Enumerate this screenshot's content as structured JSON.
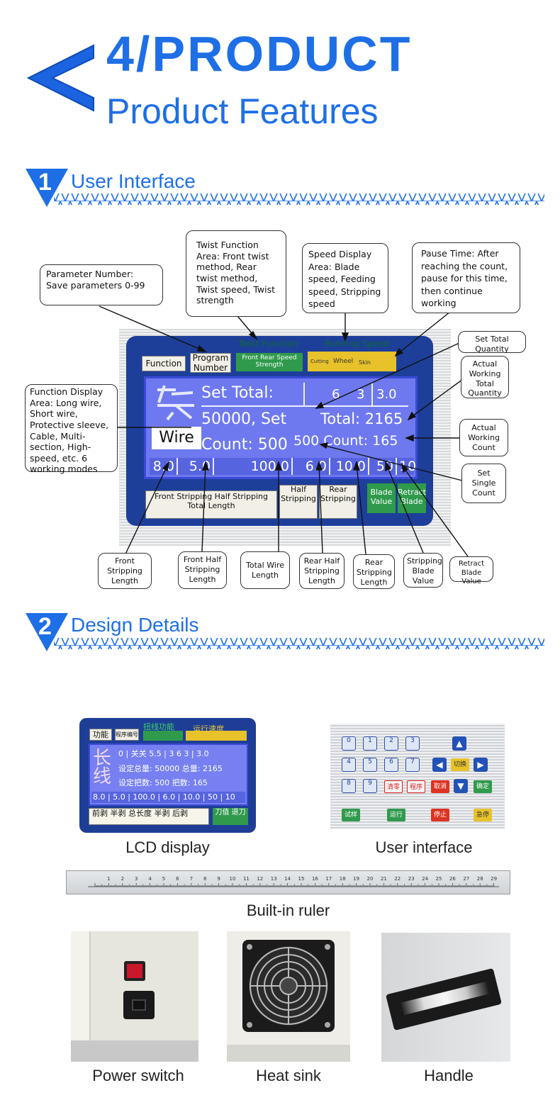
{
  "header": {
    "title": "4/PRODUCT",
    "subtitle": "Product Features"
  },
  "section1": {
    "number": "1",
    "title": "User Interface"
  },
  "section2": {
    "number": "2",
    "title": "Design Details"
  },
  "callouts": {
    "parameter_number": "Parameter Number: Save parameters 0-99",
    "twist_function": "Twist Function Area: Front twist method, Rear twist method, Twist speed, Twist strength",
    "speed_display": "Speed Display Area: Blade speed, Feeding speed, Stripping speed",
    "pause_time": "Pause Time: After reaching the count, pause for this time, then continue working",
    "set_total_quantity": "Set Total Quantity",
    "actual_working_total_quantity": "Actual Working Total Quantity",
    "function_display": "Function Display Area: Long wire, Short wire, Protective sleeve, Cable, Multi-section, High-speed, etc. 6 working modes",
    "actual_working_count": "Actual Working Count",
    "set_single_count": "Set Single Count",
    "front_stripping_length": "Front Stripping Length",
    "front_half_stripping_length": "Front Half Stripping Length",
    "total_wire_length": "Total Wire Length",
    "rear_half_stripping_length": "Rear Half Stripping Length",
    "rear_stripping_length": "Rear Stripping Length",
    "stripping_blade_value": "Stripping Blade Value",
    "retract_blade_value": "Retract Blade Value"
  },
  "lcd": {
    "twist_function_label": "Twist Function",
    "running_speed_label": "Running Speed",
    "function_btn": "Function",
    "program_number_btn": "Program Number",
    "front_rear_speed": "Front Rear Speed Strength",
    "cutting": "Cutting",
    "wheel": "Wheel",
    "skin": "Skin",
    "screen": {
      "mode": "Wire",
      "line1": "Set Total:",
      "line1_vals": [
        "6",
        "3",
        "3.0"
      ],
      "line2": "50000, Set",
      "line2b": "Total: 2165",
      "line3": "Count: 500",
      "line3b": "500 Count: 165",
      "row": [
        "8.0",
        "5.0",
        "100.0",
        "6.0",
        "10.0",
        "50",
        "10"
      ]
    },
    "bottom_strip": "Front Stripping Half Stripping Total Length",
    "half_stripping": "Half Stripping",
    "rear_stripping": "Rear Stripping",
    "blade_value": "Blade Value",
    "retract_blade": "Retract Blade"
  },
  "lcd_small": {
    "function_btn": "功能",
    "program_btn": "程序编号",
    "twist_label": "扭线功能",
    "speed_label": "运行速度",
    "mode": "长线",
    "line1": "0 | 关关 5.5 | 3   6   3 | 3.0",
    "line2": "设定总量: 50000  总量: 2165",
    "line3": "设定把数:    500  把数:   165",
    "row": [
      "8.0",
      "5.0",
      "100.0",
      "6.0",
      "10.0",
      "50",
      "10"
    ],
    "bottom": "前剥  半剥  总长度  半剥  后剥",
    "blade": "刀值",
    "retract": "退刀"
  },
  "keypad": {
    "numbers": [
      "0",
      "1",
      "2",
      "3",
      "4",
      "5",
      "6",
      "7",
      "8",
      "9"
    ],
    "clear": "清零",
    "program": "程序",
    "cancel": "取消",
    "switch": "切换",
    "confirm": "确定",
    "test": "试样",
    "run": "运行",
    "stop": "停止",
    "emergency": "急停"
  },
  "ruler_ticks": [
    "1",
    "2",
    "3",
    "4",
    "5",
    "6",
    "7",
    "8",
    "9",
    "10",
    "11",
    "12",
    "13",
    "14",
    "15",
    "16",
    "17",
    "18",
    "19",
    "20",
    "21",
    "22",
    "23",
    "24",
    "25",
    "26",
    "27",
    "28",
    "29"
  ],
  "captions": {
    "lcd_display": "LCD display",
    "user_interface": "User interface",
    "built_in_ruler": "Built-in ruler",
    "power_switch": "Power switch",
    "heat_sink": "Heat sink",
    "handle": "Handle"
  },
  "colors": {
    "brand_blue": "#1e6fe6",
    "lcd_bezel": "#1d3f9a",
    "screen": "#6e79f0"
  }
}
